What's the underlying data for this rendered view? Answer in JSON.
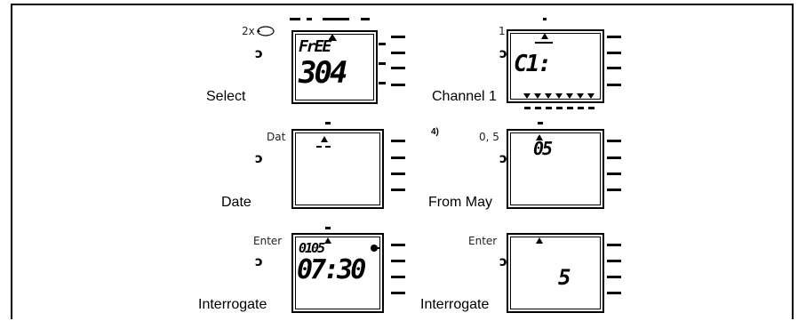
{
  "panels": {
    "select": {
      "step": "Select",
      "key": "2x",
      "line1": "FrEE",
      "line2": "304"
    },
    "channel": {
      "step": "Channel 1",
      "key": "1",
      "line1": "",
      "line2": "C1:"
    },
    "date": {
      "step": "Date",
      "key": "Dat"
    },
    "from_may": {
      "step": "From May",
      "key": "0, 5",
      "note": "4)",
      "line1": "05"
    },
    "interrogate_a": {
      "step": "Interrogate",
      "key": "Enter",
      "line1": "0105",
      "line2": "07:30"
    },
    "interrogate_b": {
      "step": "Interrogate",
      "key": "Enter",
      "line2": "5"
    }
  },
  "knob_glyph": "ɔ"
}
